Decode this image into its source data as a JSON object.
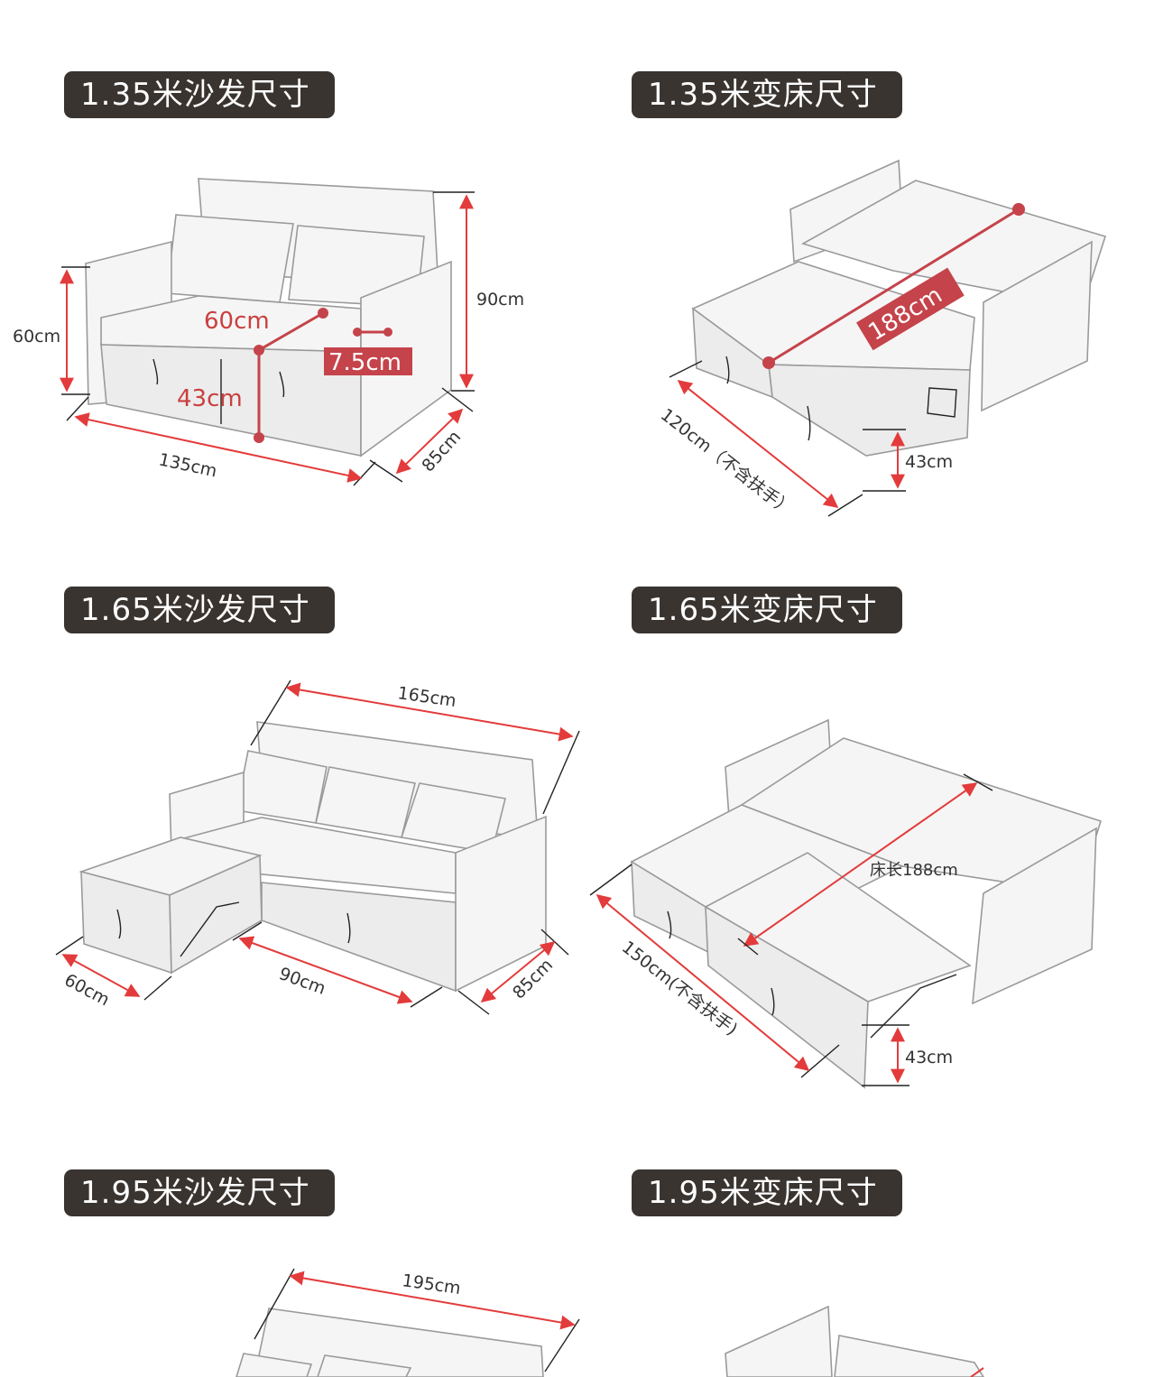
{
  "titles": {
    "s135": "1.35米沙发尺寸",
    "b135": "1.35米变床尺寸",
    "s165": "1.65米沙发尺寸",
    "b165": "1.65米变床尺寸",
    "s195": "1.95米沙发尺寸",
    "b195": "1.95米变床尺寸"
  },
  "sofa135": {
    "height_arm": "60cm",
    "height_back": "90cm",
    "width": "135cm",
    "depth": "85cm",
    "seat_depth": "60cm",
    "seat_height": "43cm",
    "arm_width": "7.5cm"
  },
  "bed135": {
    "length": "188cm",
    "width": "120cm（不含扶手）",
    "height": "43cm"
  },
  "sofa165": {
    "width": "165cm",
    "ottoman": "60cm",
    "seat": "90cm",
    "depth": "85cm"
  },
  "bed165": {
    "length": "床长188cm",
    "width": "150cm(不含扶手)",
    "height": "43cm"
  },
  "sofa195": {
    "width": "195cm"
  },
  "colors": {
    "title_bg": "#3a3430",
    "dimension_red": "#e33b3b",
    "marker_red": "#c5434a"
  }
}
